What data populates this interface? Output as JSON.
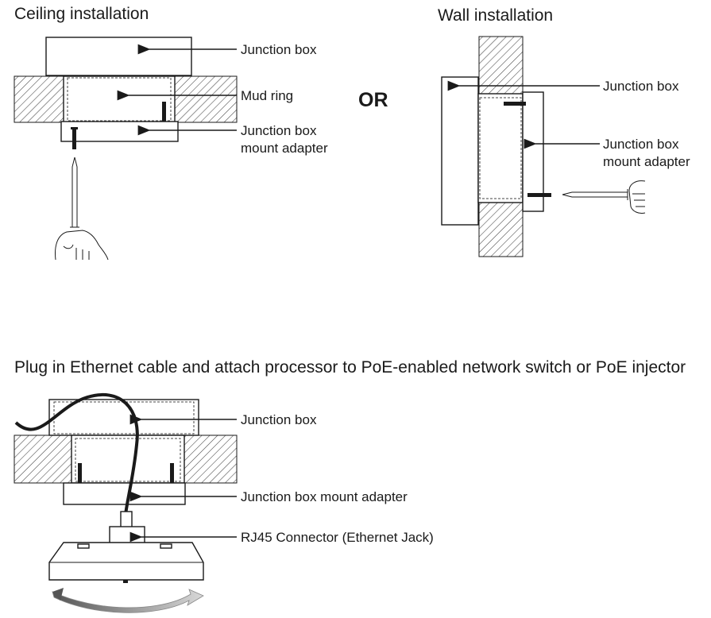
{
  "ceiling": {
    "heading": "Ceiling installation",
    "labels": {
      "junction_box": "Junction box",
      "mud_ring": "Mud ring",
      "adapter_line1": "Junction box",
      "adapter_line2": "mount adapter"
    }
  },
  "or_text": "OR",
  "wall": {
    "heading": "Wall installation",
    "labels": {
      "junction_box": "Junction box",
      "adapter_line1": "Junction box",
      "adapter_line2": "mount adapter"
    }
  },
  "ethernet": {
    "heading": "Plug in Ethernet cable and attach processor to PoE-enabled network switch or PoE injector",
    "labels": {
      "junction_box": "Junction box",
      "adapter": "Junction box mount adapter",
      "rj45": "RJ45 Connector (Ethernet Jack)"
    }
  },
  "colors": {
    "line": "#1a1a1a",
    "hatch": "#444444",
    "arrow_gray": "#9a9a9a"
  }
}
